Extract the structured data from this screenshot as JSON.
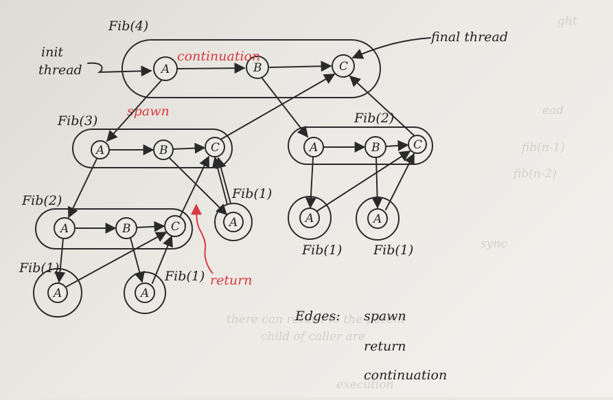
{
  "diagram": {
    "labels": {
      "fib4": "Fib(4)",
      "fib3": "Fib(3)",
      "fib2_left": "Fib(2)",
      "fib2_right": "Fib(2)",
      "fib1_mid": "Fib(1)",
      "fib1_left_bottom": "Fib(1)",
      "fib1_left_mid": "Fib(1)",
      "fib1_right_left": "Fib(1)",
      "fib1_right_right": "Fib(1)"
    },
    "annotations": {
      "init_line1": "init",
      "init_line2": "thread",
      "continuation_label": "continuation",
      "spawn_label": "spawn",
      "final_thread": "final thread",
      "return_label": "return"
    },
    "nodes": {
      "A": "A",
      "B": "B",
      "C": "C"
    },
    "legend": {
      "title": "Edges:",
      "spawn": "spawn",
      "return": "return",
      "continuation": "continuation"
    }
  }
}
